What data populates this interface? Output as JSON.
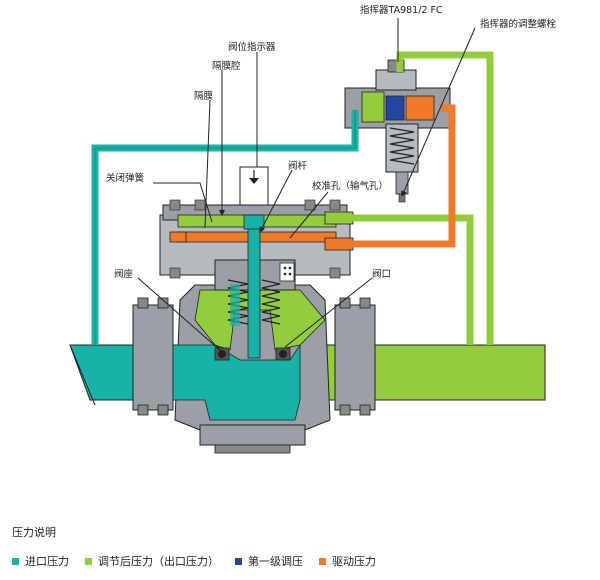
{
  "labels": {
    "pilot_model": "指挥器TA981/2 FC",
    "pilot_adjust_screw": "指挥器的调整螺栓",
    "position_indicator": "阀位指示器",
    "diaphragm_chamber": "隔膜腔",
    "diaphragm": "隔膜",
    "stem": "阀杆",
    "closing_spring": "关闭弹簧",
    "orifice": "校准孔（输气孔）",
    "seat": "阀座",
    "valve_port": "阀口"
  },
  "legend": {
    "title": "压力说明",
    "items": [
      {
        "label": "进口压力",
        "color": "#17b3a7"
      },
      {
        "label": "调节后压力（出口压力）",
        "color": "#93cc3c"
      },
      {
        "label": "第一级调压",
        "color": "#2346a0"
      },
      {
        "label": "驱动压力",
        "color": "#f07a2a"
      }
    ]
  },
  "colors": {
    "inlet": "#17b3a7",
    "outlet": "#93cc3c",
    "first_stage": "#2346a0",
    "drive": "#f07a2a",
    "body": "#9aa0a6"
  }
}
